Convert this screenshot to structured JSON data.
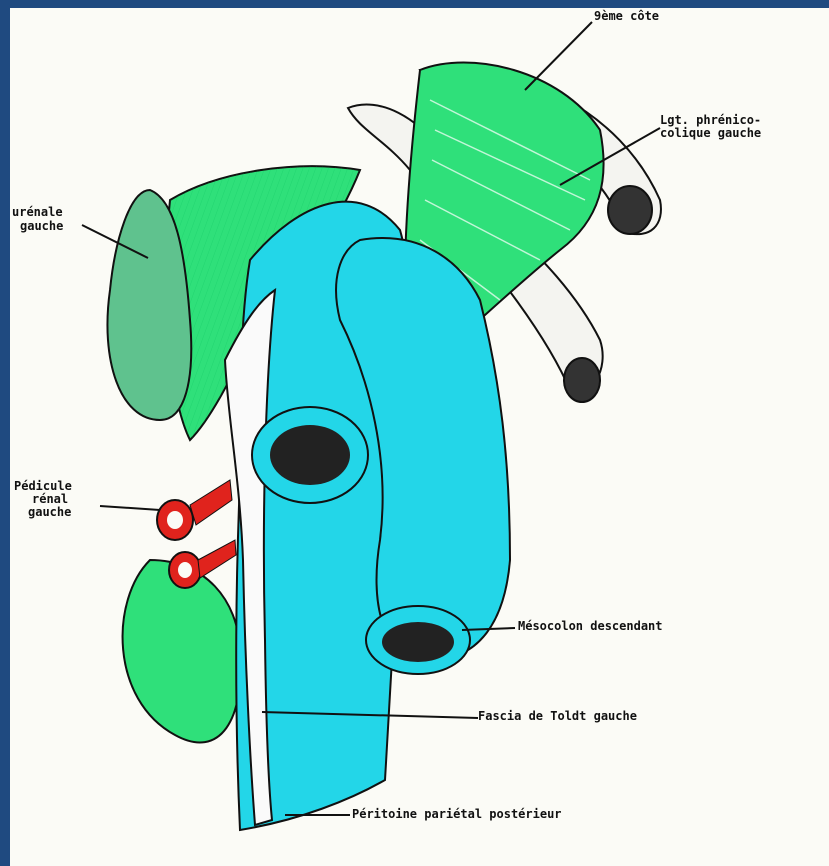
{
  "colors": {
    "frame": "#1f4a80",
    "paper": "#fbfbf6",
    "green": "#2fe07a",
    "green_dark": "#1fb85f",
    "cyan": "#23d6e8",
    "cyan_dark": "#14a9c4",
    "sage": "#5fc28e",
    "red": "#e0231d",
    "ink": "#111111"
  },
  "labels": {
    "rib": "9ème côte",
    "ligament_line1": "Lgt. phrénico-",
    "ligament_line2": "colique gauche",
    "adrenal_line1": "urénale",
    "adrenal_line2": "gauche",
    "pedicle_line1": "Pédicule",
    "pedicle_line2": "rénal",
    "pedicle_line3": "gauche",
    "mesocolon": "Mésocolon descendant",
    "fascia": "Fascia de Toldt gauche",
    "peritoneum": "Péritoine pariétal postérieur"
  }
}
